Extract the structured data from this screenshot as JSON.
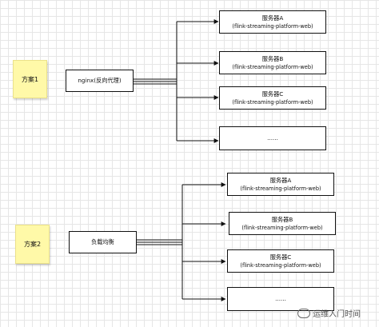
{
  "scheme1": {
    "note": "方案1",
    "proxy": "nginx(反向代理)",
    "servers": [
      {
        "name": "服务器A",
        "sub": "(flink-streaming-platform-web)"
      },
      {
        "name": "服务器B",
        "sub": "(flink-streaming-platform-web)"
      },
      {
        "name": "服务器C",
        "sub": "(flink-streaming-platform-web)"
      },
      {
        "name": "......",
        "sub": ""
      }
    ]
  },
  "scheme2": {
    "note": "方案2",
    "proxy": "负载均衡",
    "servers": [
      {
        "name": "服务器A",
        "sub": "(flink-streaming-platform-web)"
      },
      {
        "name": "服务器B",
        "sub": "(flink-streaming-platform-web)"
      },
      {
        "name": "服务器C",
        "sub": "(flink-streaming-platform-web)"
      },
      {
        "name": "......",
        "sub": ""
      }
    ]
  },
  "watermark": {
    "text": "运维入门时间"
  }
}
